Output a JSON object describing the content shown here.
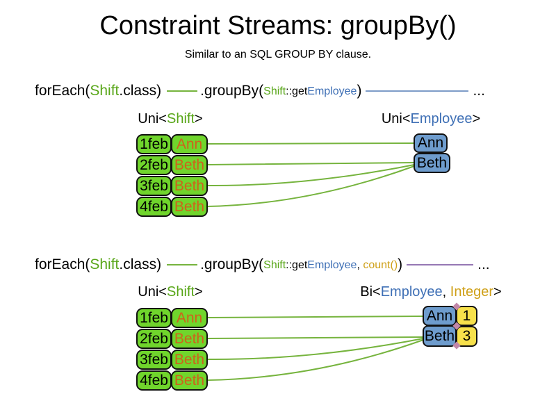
{
  "title": "Constraint Streams: groupBy()",
  "subtitle": "Similar to an SQL GROUP BY clause.",
  "palette": {
    "shift_green_fill": "#70D52C",
    "shift_green_text": "#58A618",
    "employee_orange_text": "#CE621B",
    "employee_blue_text": "#3E6FB5",
    "employee_blue_fill": "#6E9CCD",
    "integer_yellow_fill": "#F7E14B",
    "integer_gold_text": "#CFA018",
    "connector_green_line": "#76B43E",
    "uni_employee_stream_line": "#7E9CC8",
    "bi_stream_line": "#9678B4",
    "pair_seam_pink": "#C287A8"
  },
  "section1": {
    "code": {
      "foreach_pre": "forEach(",
      "foreach_class": "Shift",
      "foreach_post": ".class)",
      "groupby_pre": ".groupBy(",
      "arg1_class": "Shift",
      "arg1_mid": "::get",
      "arg1_prop": "Employee",
      "groupby_post": ")",
      "ellipsis": "..."
    },
    "left_label": {
      "pre": "Uni<",
      "type": "Shift",
      "post": ">"
    },
    "right_label": {
      "pre": "Uni<",
      "type": "Employee",
      "post": ">"
    },
    "shifts": [
      {
        "date": "1feb",
        "employee": "Ann"
      },
      {
        "date": "2feb",
        "employee": "Beth"
      },
      {
        "date": "3feb",
        "employee": "Beth"
      },
      {
        "date": "4feb",
        "employee": "Beth"
      }
    ],
    "groups": [
      {
        "name": "Ann"
      },
      {
        "name": "Beth"
      }
    ]
  },
  "section2": {
    "code": {
      "foreach_pre": "forEach(",
      "foreach_class": "Shift",
      "foreach_post": ".class)",
      "groupby_pre": ".groupBy(",
      "arg1_class": "Shift",
      "arg1_mid": "::get",
      "arg1_prop": "Employee",
      "arg_sep": ", ",
      "arg2_collector": "count()",
      "groupby_post": ")",
      "ellipsis": "..."
    },
    "left_label": {
      "pre": "Uni<",
      "type": "Shift",
      "post": ">"
    },
    "right_label": {
      "pre": "Bi<",
      "type1": "Employee",
      "sep": ", ",
      "type2": "Integer",
      "post": ">"
    },
    "shifts": [
      {
        "date": "1feb",
        "employee": "Ann"
      },
      {
        "date": "2feb",
        "employee": "Beth"
      },
      {
        "date": "3feb",
        "employee": "Beth"
      },
      {
        "date": "4feb",
        "employee": "Beth"
      }
    ],
    "groups": [
      {
        "name": "Ann",
        "count": "1"
      },
      {
        "name": "Beth",
        "count": "3"
      }
    ]
  }
}
